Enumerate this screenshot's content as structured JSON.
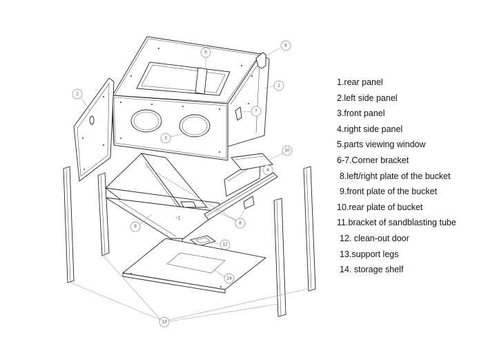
{
  "legend": [
    "1.rear panel",
    "2.left side panel",
    "3.front panel",
    "4.right side panel",
    "5.parts viewing window",
    "6-7.Corner bracket",
    "8.left/right plate of the bucket",
    "9.front plate of the bucket",
    "10.rear plate of bucket",
    "11.bracket of sandblasting tube",
    "12. clean-out door",
    "13.support legs",
    "14. storage shelf"
  ],
  "callouts": {
    "c1": "1",
    "c2": "2",
    "c3": "3",
    "c4": "4",
    "c5": "5",
    "c6": "6",
    "c7": "7",
    "c8": "8",
    "c9": "9",
    "c10": "10",
    "c11": "11",
    "c12": "12",
    "c13": "13",
    "c14": "14"
  }
}
